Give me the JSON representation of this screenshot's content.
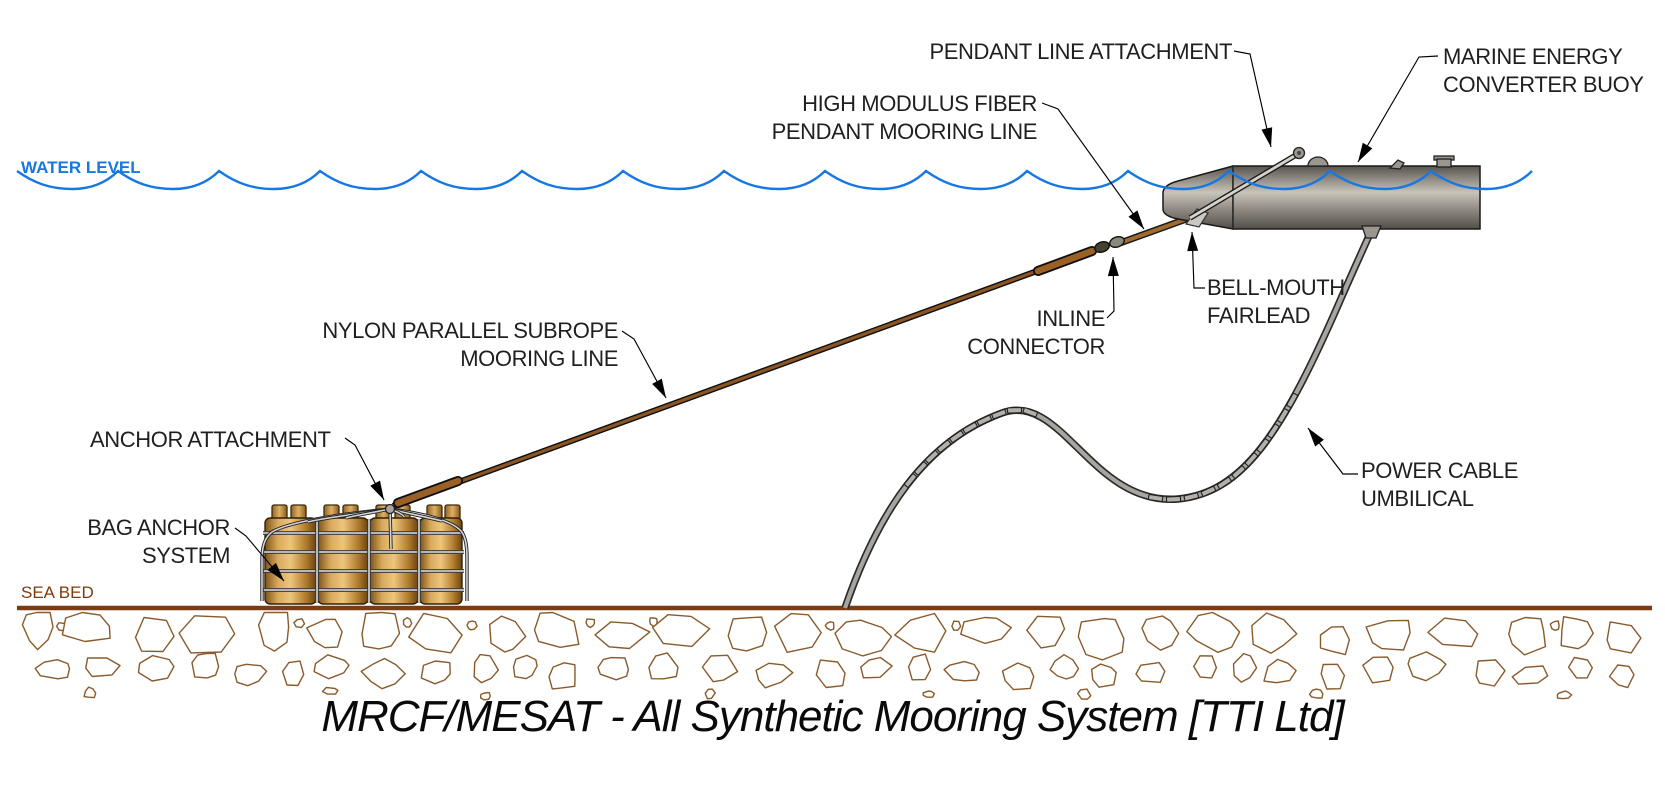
{
  "title": "MRCF/MESAT - All Synthetic Mooring System [TTI Ltd]",
  "environment": {
    "water_level_label": "WATER LEVEL",
    "sea_bed_label": "SEA BED"
  },
  "callouts": {
    "pendant_line_attachment": {
      "text": "PENDANT LINE ATTACHMENT"
    },
    "marine_energy_converter_buoy": {
      "line1": "MARINE ENERGY",
      "line2": "CONVERTER BUOY"
    },
    "high_modulus_fiber": {
      "line1": "HIGH MODULUS FIBER",
      "line2": "PENDANT MOORING LINE"
    },
    "inline_connector": {
      "line1": "INLINE",
      "line2": "CONNECTOR"
    },
    "bell_mouth_fairlead": {
      "line1": "BELL-MOUTH",
      "line2": "FAIRLEAD"
    },
    "nylon_subrope": {
      "line1": "NYLON PARALLEL SUBROPE",
      "line2": "MOORING LINE"
    },
    "anchor_attachment": {
      "text": "ANCHOR ATTACHMENT"
    },
    "bag_anchor_system": {
      "line1": "BAG ANCHOR",
      "line2": "SYSTEM"
    },
    "power_cable_umbilical": {
      "line1": "POWER CABLE",
      "line2": "UMBILICAL"
    }
  },
  "colors": {
    "water-blue": "#1778e3",
    "seabed-brown": "#7a3c10",
    "rock-outline": "#8a5a2b",
    "rope-brown": "#8a5522",
    "cable-gray": "#a8a5a0",
    "buoy-gray": "#8d8881",
    "bag-tan": "#d8a95c"
  }
}
